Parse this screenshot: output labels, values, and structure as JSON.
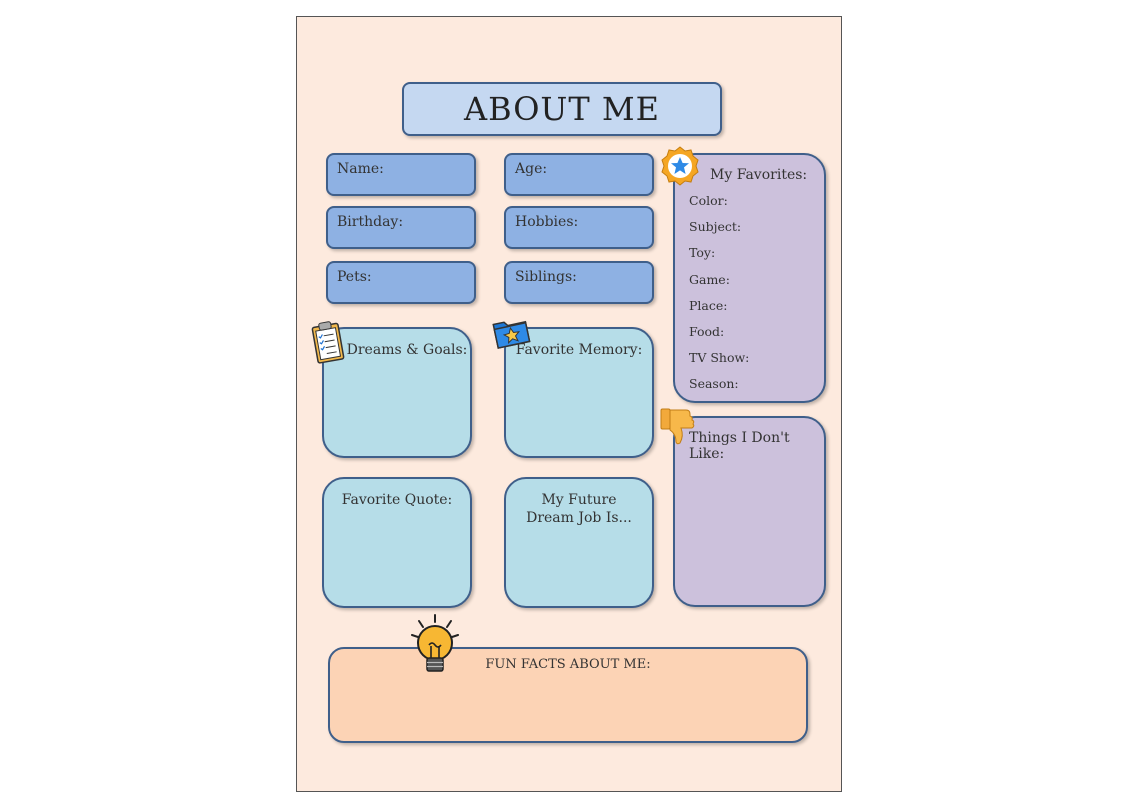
{
  "title": "ABOUT ME",
  "fields": {
    "name": "Name:",
    "age": "Age:",
    "birthday": "Birthday:",
    "hobbies": "Hobbies:",
    "pets": "Pets:",
    "siblings": "Siblings:"
  },
  "boxes": {
    "dreams": "Dreams & Goals:",
    "memory": "Favorite Memory:",
    "quote": "Favorite Quote:",
    "future_job": "My Future Dream Job Is...",
    "dont_like": "Things I Don't Like:",
    "fun_facts": "FUN FACTS ABOUT ME:"
  },
  "favorites": {
    "title": "My Favorites:",
    "items": [
      "Color:",
      "Subject:",
      "Toy:",
      "Game:",
      "Place:",
      "Food:",
      "TV Show:",
      "Season:"
    ]
  },
  "icons": [
    "clipboard-icon",
    "folder-star-icon",
    "star-badge-icon",
    "thumbs-down-icon",
    "lightbulb-icon"
  ],
  "colors": {
    "page_background": "#fdeade",
    "title_box": "#c5d8f1",
    "info_fields": "#8eb1e3",
    "teal_boxes": "#b6dde8",
    "purple_boxes": "#ccc1dc",
    "fun_facts_box": "#fcd3b5",
    "border": "#3f5f8a"
  }
}
